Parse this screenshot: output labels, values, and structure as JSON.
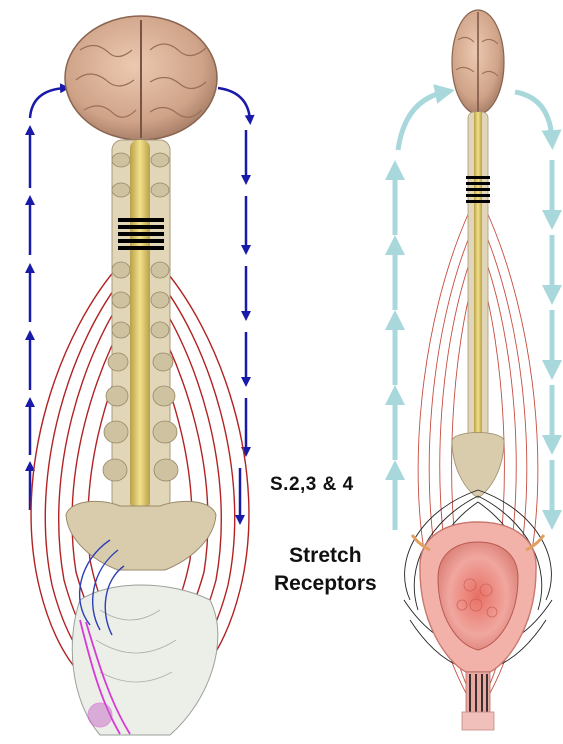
{
  "labels": {
    "segments": "S.2,3 & 4",
    "receptors_line1": "Stretch",
    "receptors_line2": "Receptors"
  },
  "colors": {
    "afferent_arrows": "#1a1aa8",
    "efferent_arrows_faded": "#a9d8dc",
    "nerve_red": "#b22222",
    "nerve_blue": "#2c3fb8",
    "nerve_magenta": "#d63ad6",
    "bone": "#e2d6b8",
    "cord": "#e6cf6b",
    "brain": "#d9b39b",
    "bladder": "#e79a93",
    "background": "#ffffff"
  },
  "icons": [
    "brain-icon",
    "spinal-column-icon",
    "bladder-icon",
    "up-arrow-icon",
    "down-arrow-icon"
  ]
}
